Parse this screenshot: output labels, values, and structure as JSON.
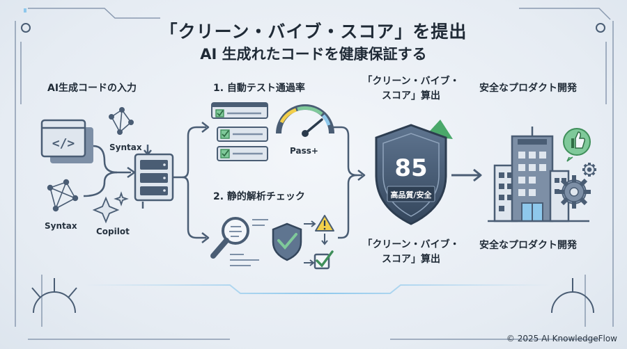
{
  "title": {
    "line1": "「クリーン・バイブ・スコア」を提出",
    "line2": "AI 生成れたコードを健康保証する"
  },
  "input": {
    "heading": "AI生成コードの入力",
    "label_syntax_top": "Syntax",
    "label_syntax_bottom": "Syntax",
    "label_copilot": "Copilot"
  },
  "test": {
    "heading": "1. 自動テスト通過率",
    "gauge_label": "Pass+"
  },
  "analysis": {
    "heading": "2. 静的解析チェック"
  },
  "score": {
    "heading_top": "「クリーン・バイブ・\nスコア」算出",
    "heading_bottom": "「クリーン・バイブ・\nスコア」算出",
    "value": "85",
    "caption": "高品質/安全"
  },
  "product": {
    "heading_top": "安全なプロダクト開発",
    "heading_bottom": "安全なプロダクト開発"
  },
  "footer": {
    "copyright": "© 2025 AI KnowledgeFlow"
  },
  "colors": {
    "navy": "#4a5d74",
    "slate": "#7d8fa6",
    "green": "#7fc99a",
    "check": "#3f8f5a",
    "yellow": "#f2cf4a",
    "accent_blue": "#8ec8ec"
  },
  "icons": [
    "code-window-icon",
    "network-icon",
    "sparkle-icon",
    "server-icon",
    "checklist-icon",
    "gauge-icon",
    "magnifier-icon",
    "shield-check-icon",
    "warning-icon",
    "checkbox-icon",
    "shield-score-icon",
    "building-icon",
    "thumbs-up-icon",
    "gear-icon"
  ]
}
